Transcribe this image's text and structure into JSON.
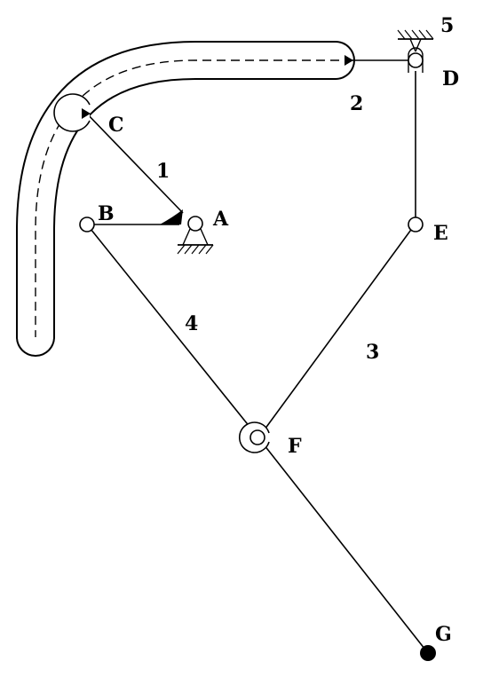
{
  "labels": {
    "A": "A",
    "B": "B",
    "C": "C",
    "D": "D",
    "E": "E",
    "F": "F",
    "G": "G",
    "link_1": "1",
    "link_2": "2",
    "link_3": "3",
    "link_4": "4",
    "frame_5": "5"
  }
}
